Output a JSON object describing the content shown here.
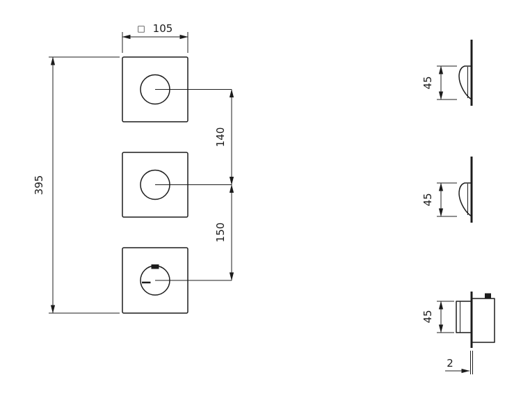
{
  "drawing": {
    "type": "technical-dimension-drawing",
    "background": "#ffffff",
    "line_color": "#1c1c1c"
  },
  "front_view": {
    "dim_width": {
      "symbol": "□",
      "value": "105"
    },
    "dim_height": {
      "value": "395"
    },
    "dim_spacing_upper": {
      "value": "140"
    },
    "dim_spacing_lower": {
      "value": "150"
    }
  },
  "side_views": {
    "top": {
      "dim_depth": "45"
    },
    "middle": {
      "dim_depth": "45"
    },
    "bottom": {
      "dim_depth": "45",
      "dim_thickness": "2"
    }
  }
}
